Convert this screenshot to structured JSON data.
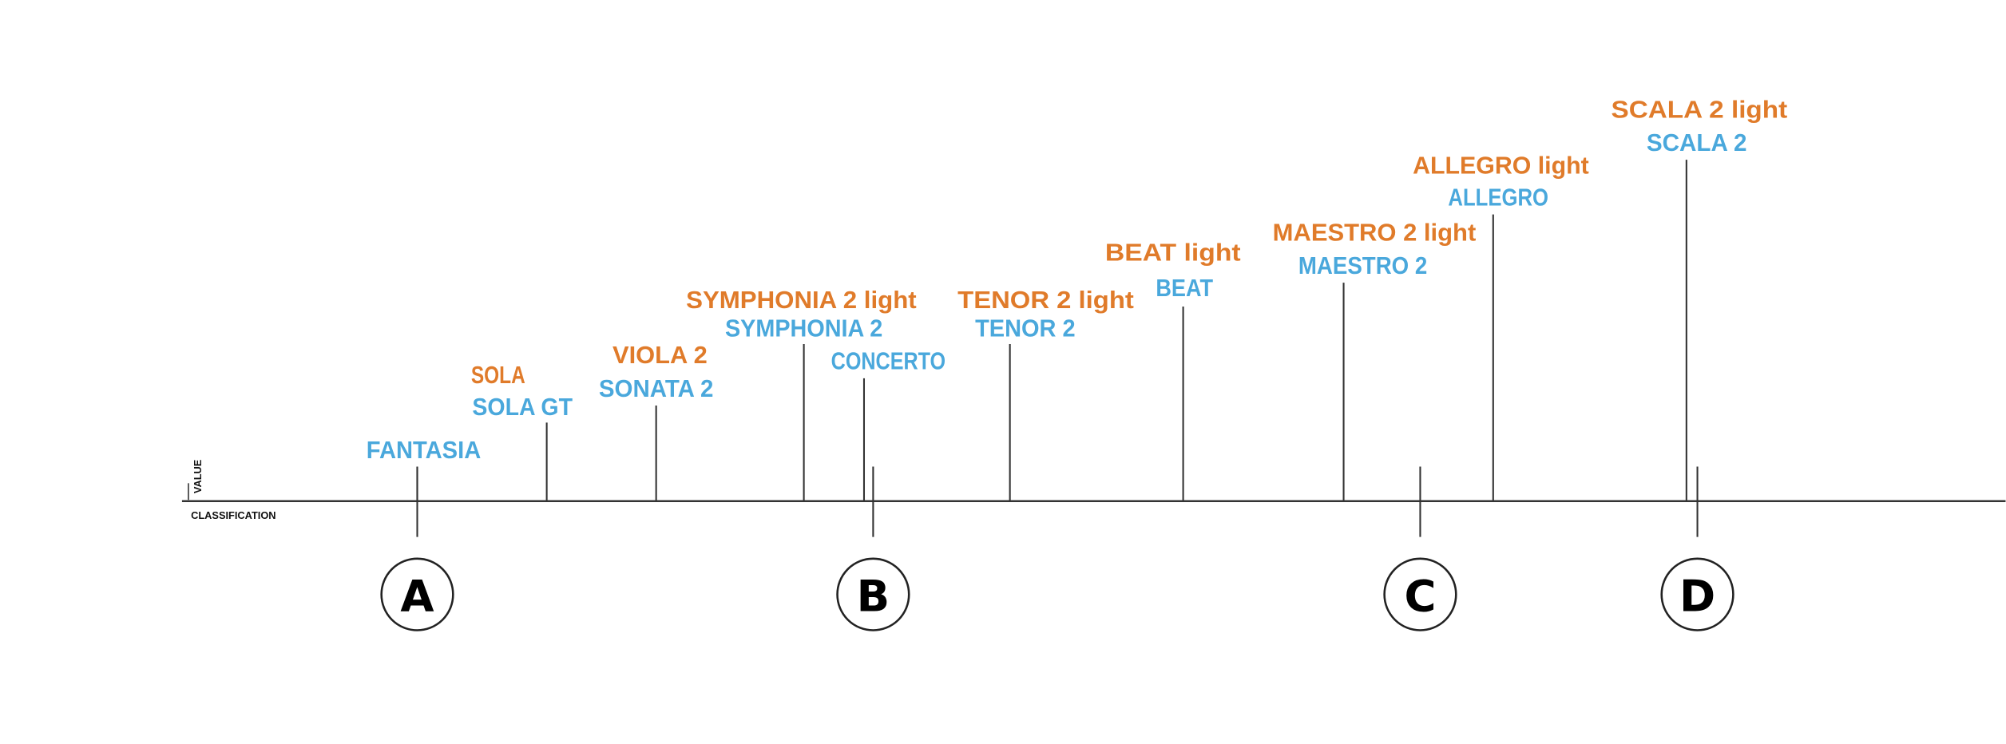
{
  "chart_data": {
    "type": "lollipop",
    "title": "",
    "xlabel": "CLASSIFICATION",
    "ylabel": "VALUE",
    "xlim": [
      0,
      100
    ],
    "ylim": [
      0,
      100
    ],
    "grid": false,
    "colors": {
      "light": "#e07b2a",
      "standard": "#4aa8dc",
      "axis": "#333333"
    },
    "products": [
      {
        "x": 12.9,
        "value": 10,
        "standard": "FANTASIA",
        "light": null
      },
      {
        "x": 20.0,
        "value": 23,
        "standard": "SOLA GT",
        "light": "SOLA"
      },
      {
        "x": 26.0,
        "value": 28,
        "standard": "SONATA 2",
        "light": "VIOLA 2"
      },
      {
        "x": 34.1,
        "value": 46,
        "standard": "SYMPHONIA 2",
        "light": "SYMPHONIA 2 light"
      },
      {
        "x": 37.4,
        "value": 36,
        "standard": "CONCERTO",
        "light": null
      },
      {
        "x": 45.4,
        "value": 46,
        "standard": "TENOR 2",
        "light": "TENOR 2 light"
      },
      {
        "x": 54.9,
        "value": 57,
        "standard": "BEAT",
        "light": "BEAT light"
      },
      {
        "x": 63.7,
        "value": 64,
        "standard": "MAESTRO 2",
        "light": "MAESTRO 2 light"
      },
      {
        "x": 71.9,
        "value": 84,
        "standard": "ALLEGRO",
        "light": "ALLEGRO light"
      },
      {
        "x": 82.5,
        "value": 100,
        "standard": "SCALA 2",
        "light": "SCALA 2 light"
      }
    ],
    "classes": [
      {
        "x": 12.9,
        "label": "A"
      },
      {
        "x": 37.9,
        "label": "B"
      },
      {
        "x": 67.9,
        "label": "C"
      },
      {
        "x": 83.1,
        "label": "D"
      }
    ]
  }
}
